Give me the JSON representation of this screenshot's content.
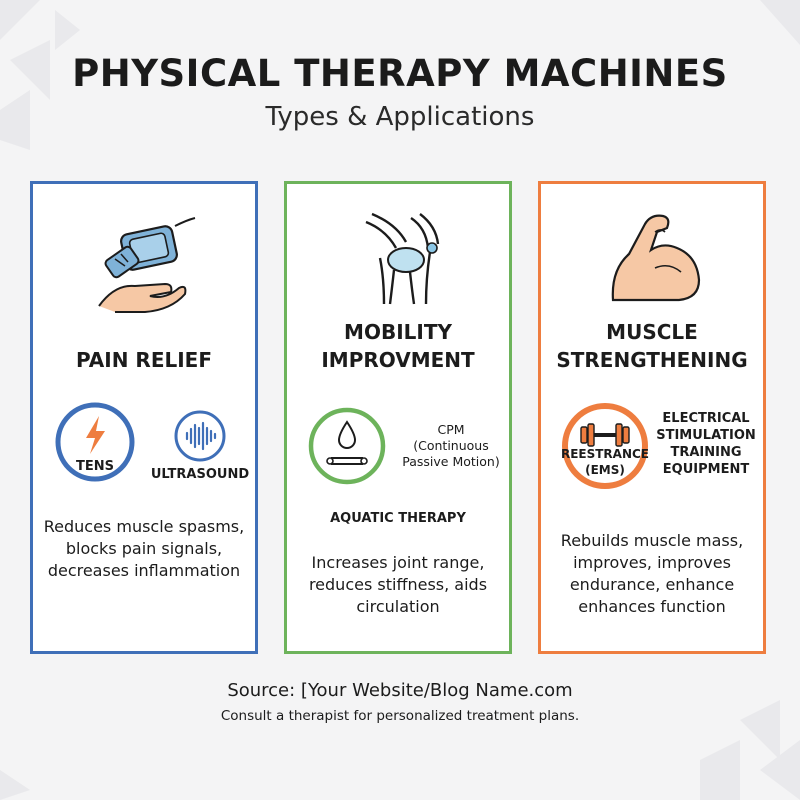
{
  "header": {
    "title": "PHYSICAL THERAPY MACHINES",
    "subtitle": "Types & Applications"
  },
  "cards": [
    {
      "title_lines": [
        "PAIN RELIEF"
      ],
      "color": "#3f6fb8",
      "icon": "hand-holding-tens-device-icon",
      "devices": [
        {
          "label": "TENS",
          "icon": "lightning-bolt-icon"
        },
        {
          "label": "ULTRASOUND",
          "icon": "sound-wave-icon"
        }
      ],
      "description": [
        "Reduces muscle spasms,",
        "blocks pain signals,",
        "decreases inflammation"
      ]
    },
    {
      "title_lines": [
        "MOBILITY",
        "IMPROVMENT"
      ],
      "color": "#6db35b",
      "icon": "knee-joint-icon",
      "devices": [
        {
          "label_lines": [
            "CPM",
            "(Continuous",
            "Passive Motion)"
          ],
          "icon": "water-drop-motion-icon"
        },
        {
          "label": "AQUATIC THERAPY"
        }
      ],
      "description": [
        "Increases joint range,",
        "reduces stiffness, aids",
        "circulation"
      ]
    },
    {
      "title_lines": [
        "MUSCLE",
        "STRENGTHENING"
      ],
      "color": "#ee7d3f",
      "icon": "flexed-arm-icon",
      "devices": [
        {
          "label_lines": [
            "REESTRANCE",
            "(EMS)"
          ],
          "icon": "dumbbell-icon"
        },
        {
          "label_lines": [
            "ELECTRICAL",
            "STIMULATION",
            "TRAINING",
            "EQUIPMENT"
          ]
        }
      ],
      "description": [
        "Rebuilds muscle mass,",
        "improves, improves",
        "endurance, enhance",
        "enhances function"
      ]
    }
  ],
  "footer": {
    "source": "Source: [Your Website/Blog Name.com",
    "note": "Consult a therapist for personalized treatment plans."
  }
}
